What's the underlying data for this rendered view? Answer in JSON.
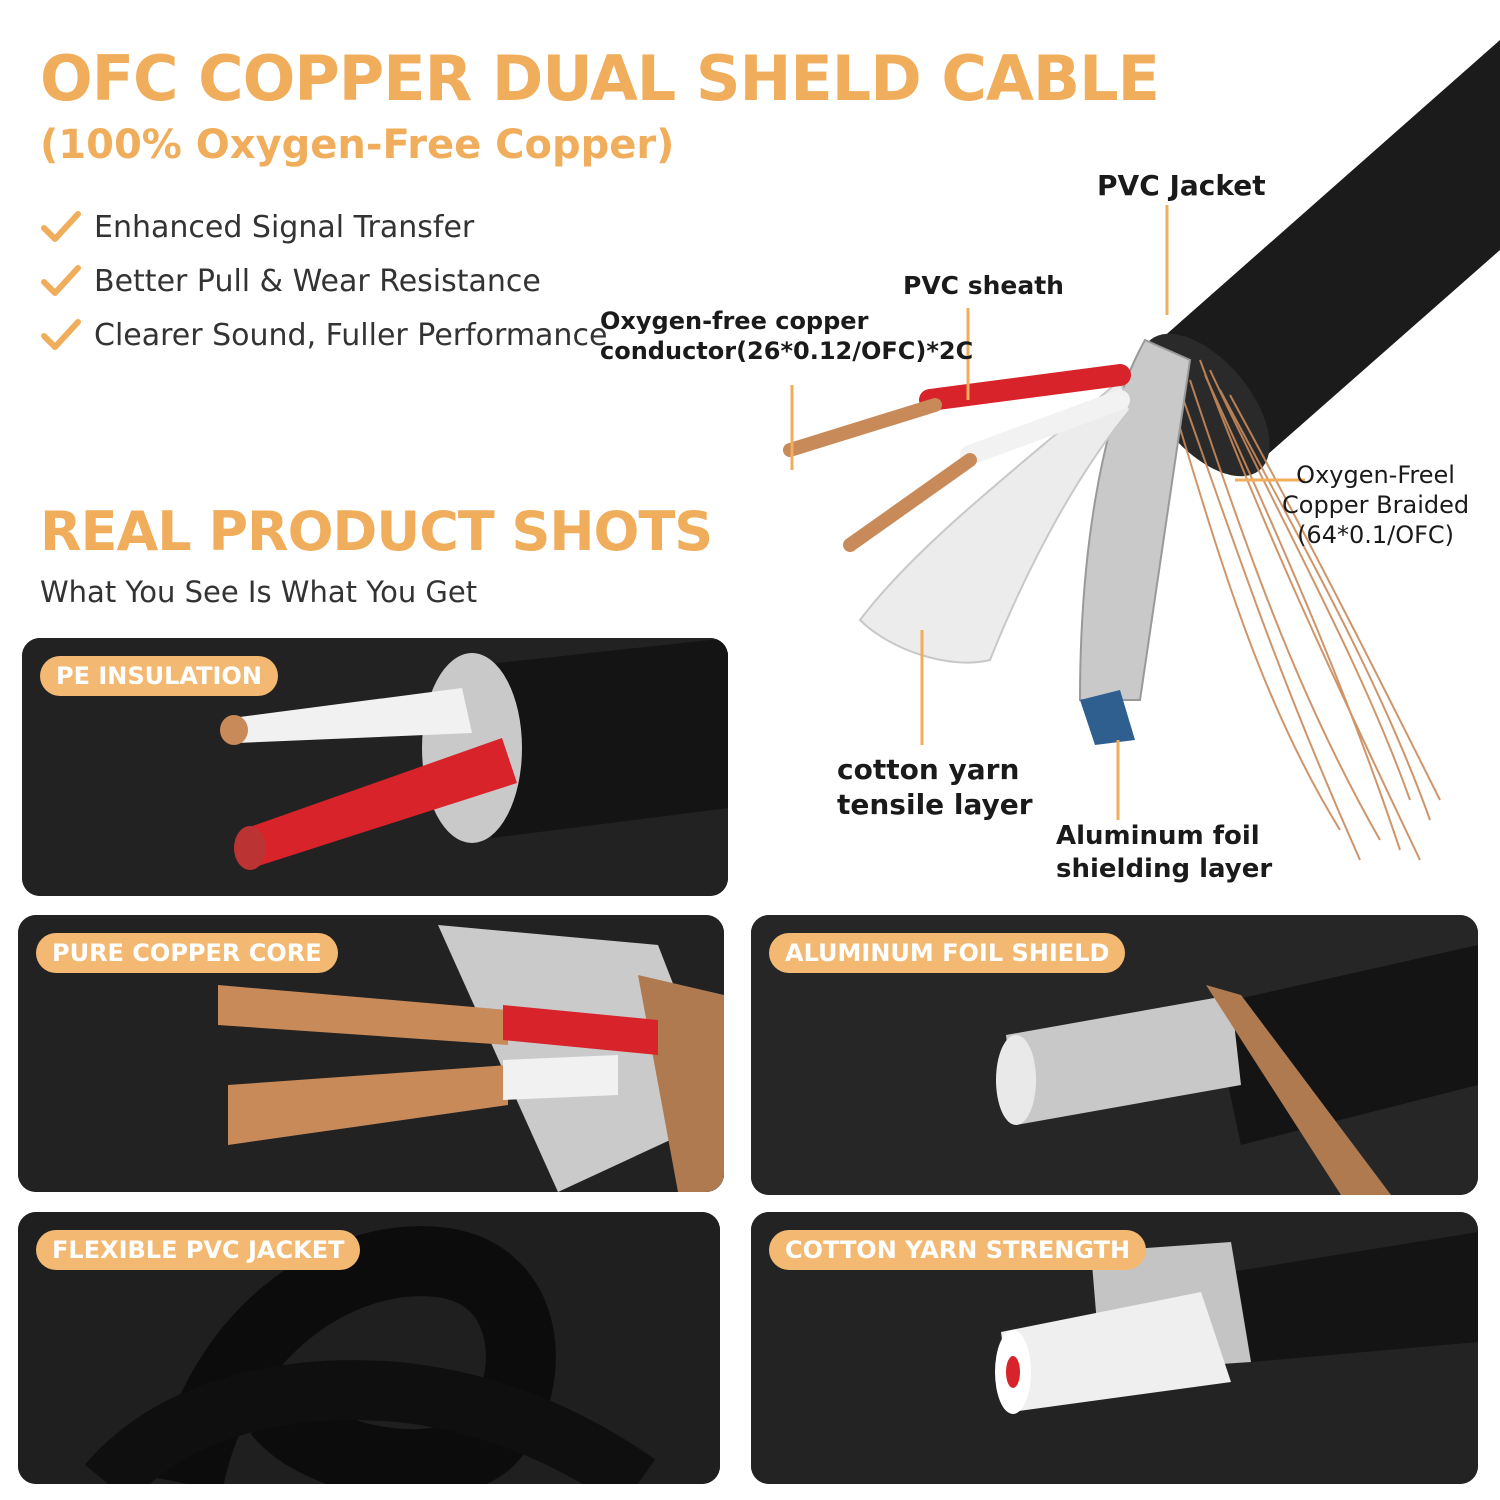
{
  "header": {
    "title": "OFC COPPER DUAL SHELD CABLE",
    "subtitle": "(100% Oxygen-Free Copper)"
  },
  "features": [
    "Enhanced Signal Transfer",
    "Better Pull & Wear Resistance",
    "Clearer Sound, Fuller Performance"
  ],
  "section": {
    "title": "REAL PRODUCT SHOTS",
    "subtitle": "What You See Is What You Get"
  },
  "diagram": {
    "labels": {
      "pvc_jacket": "PVC Jacket",
      "pvc_sheath": "PVC sheath",
      "conductor_line1": "Oxygen-free copper",
      "conductor_line2": "conductor(26*0.12/OFC)*2C",
      "braid_line1": "Oxygen-Freel",
      "braid_line2": "Copper Braided",
      "braid_line3": "(64*0.1/OFC)",
      "cotton_line1": "cotton yarn",
      "cotton_line2": "tensile layer",
      "foil_line1": "Aluminum foil",
      "foil_line2": "shielding layer"
    }
  },
  "panels": {
    "pe_insulation": "PE INSULATION",
    "pure_copper_core": "PURE COPPER CORE",
    "aluminum_foil_shield": "ALUMINUM FOIL SHIELD",
    "flexible_pvc_jacket": "FLEXIBLE PVC JACKET",
    "cotton_yarn_strength": "COTTON YARN STRENGTH"
  },
  "colors": {
    "accent": "#f0ad5b",
    "tag": "#f3b972",
    "copper": "#c98a5a",
    "red_wire": "#d8232a"
  }
}
